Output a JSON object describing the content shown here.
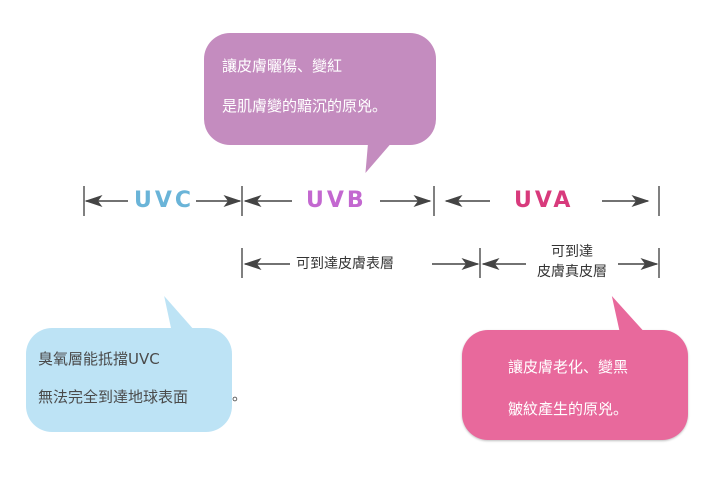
{
  "bands": [
    {
      "id": "uvc",
      "label": "UVC",
      "color": "#6ab4d8"
    },
    {
      "id": "uvb",
      "label": "UVB",
      "color": "#c368d0"
    },
    {
      "id": "uva",
      "label": "UVA",
      "color": "#d83a7c"
    }
  ],
  "depth": {
    "uvb": "可到達皮膚表層",
    "uva_line1": "可到達",
    "uva_line2": "皮膚真皮層"
  },
  "bubbles": {
    "uvb": {
      "line1": "讓皮膚曬傷、變紅",
      "line2": "是肌膚變的黯沉的原兇。",
      "color": "#c48cbf"
    },
    "uvc": {
      "line1": "臭氧層能抵擋UVC",
      "line2": "無法完全到達地球表面",
      "line2_end": "。",
      "color": "#bde3f5"
    },
    "uva": {
      "line1": "讓皮膚老化、變黑",
      "line2": "皺紋產生的原兇。",
      "color": "#e8699c"
    }
  }
}
